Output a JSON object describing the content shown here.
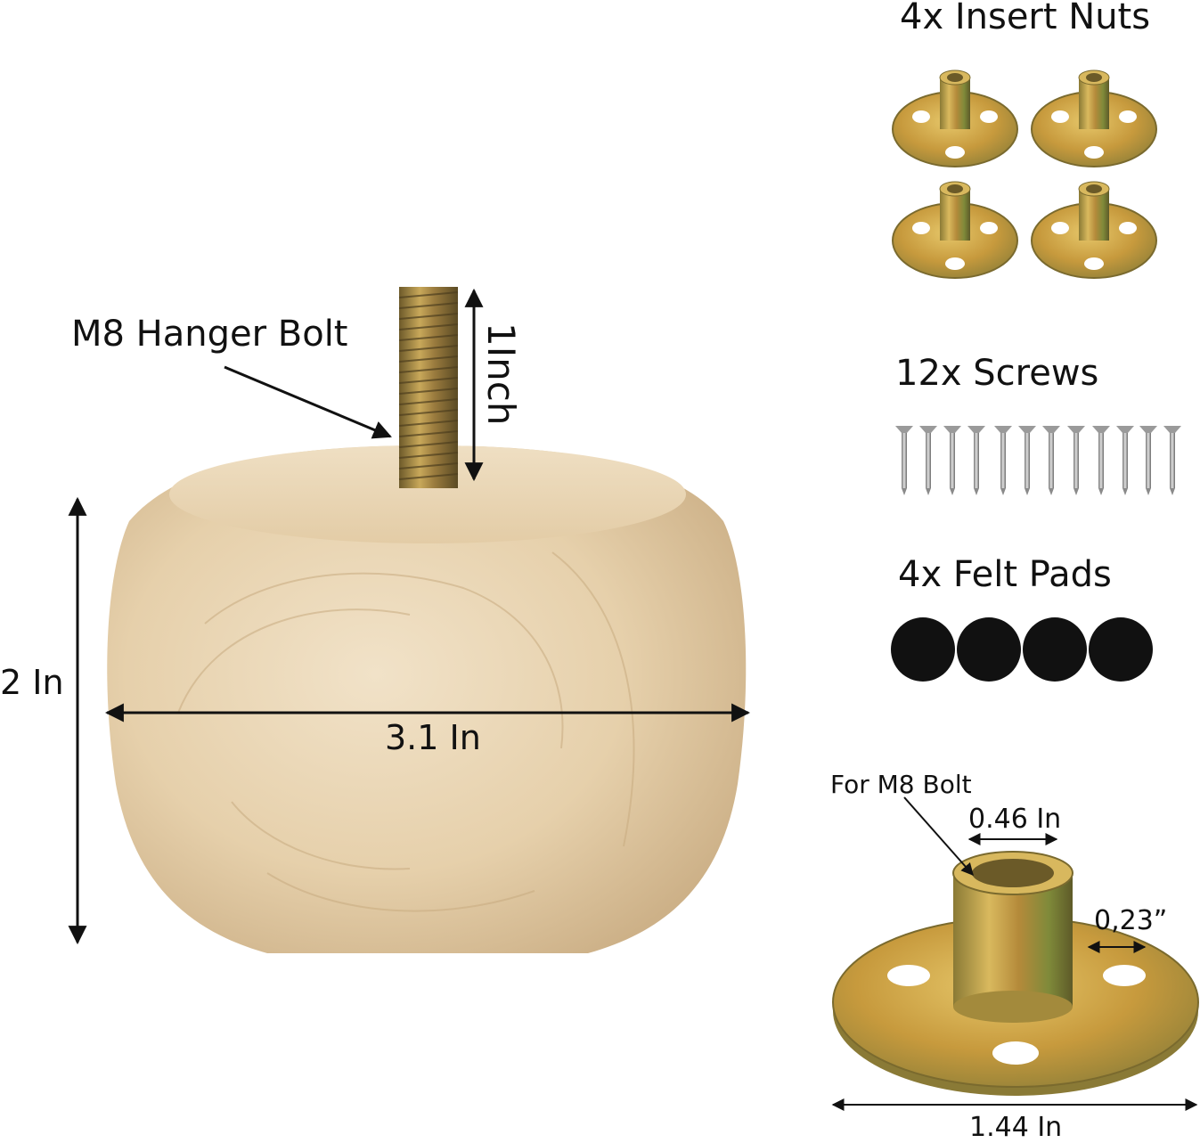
{
  "foot": {
    "hanger_bolt_label": "M8 Hanger Bolt",
    "bolt_length_label": "1Inch",
    "height_label": "2 In",
    "width_label": "3.1 In"
  },
  "accessories": {
    "insert_nuts_title": "4x Insert Nuts",
    "screws_title": "12x Screws",
    "felt_pads_title": "4x Felt Pads"
  },
  "insert_nut_detail": {
    "bolt_label": "For M8 Bolt",
    "inner_diameter_label": "0.46 In",
    "flange_thickness_label": "0,23”",
    "flange_diameter_label": "1.44 In"
  },
  "colors": {
    "wood": "#e7d3b2",
    "wood_dark": "#c9ae86",
    "metal_gold": "#c9a240",
    "metal_green": "#8f8a3a",
    "felt": "#111111"
  }
}
